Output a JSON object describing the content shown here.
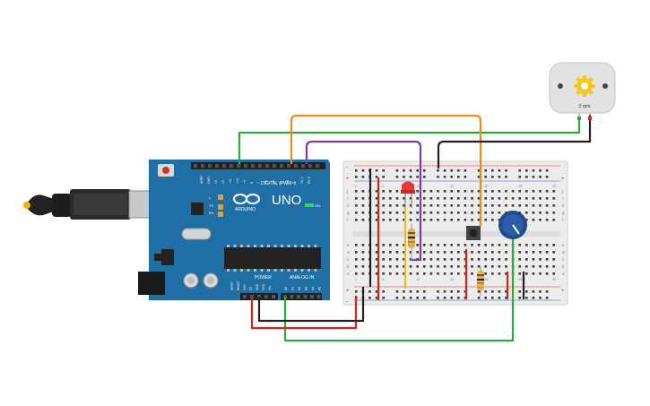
{
  "arduino": {
    "brand": "UNO",
    "sub_brand": "ARDUINO",
    "digital_header": "DIGITAL (PWM~)",
    "power_label": "POWER",
    "analog_label": "ANALOG IN",
    "on_label": "ON",
    "led_labels": [
      "L",
      "TX",
      "RX"
    ],
    "top_pin_labels": [
      "AREF",
      "GND",
      "13",
      "12",
      "~11",
      "~10",
      "~9",
      "8",
      "7",
      "~6",
      "~5",
      "4",
      "~3",
      "2",
      "TX 1",
      "RX 0"
    ],
    "power_pin_labels": [
      "IOREF",
      "RESET",
      "3.3V",
      "5V",
      "GND",
      "GND",
      "Vin"
    ],
    "analog_pin_labels": [
      "A0",
      "A1",
      "A2",
      "A3",
      "A4",
      "A5"
    ],
    "board_color": "#1f6fa5"
  },
  "motor": {
    "label": "0 rpm",
    "gear_icon": "gear-icon"
  },
  "breadboard": {
    "row_letters_top": [
      "j",
      "i",
      "h",
      "g",
      "f"
    ],
    "row_letters_bottom": [
      "e",
      "d",
      "c",
      "b",
      "a"
    ],
    "column_numbers": [
      "1",
      "5",
      "10",
      "15",
      "20",
      "25",
      "30"
    ],
    "rail_plus": "+",
    "rail_minus": "-"
  },
  "components": {
    "led_color": "#e53935",
    "potentiometer_icon": "potentiometer-knob-icon",
    "pushbutton_icon": "pushbutton-icon"
  },
  "wire_colors": {
    "green": "#2eaa3c",
    "orange": "#f08c13",
    "purple": "#7b3fa0",
    "black": "#222222",
    "red": "#d9221f",
    "yellow": "#e3c21c"
  }
}
